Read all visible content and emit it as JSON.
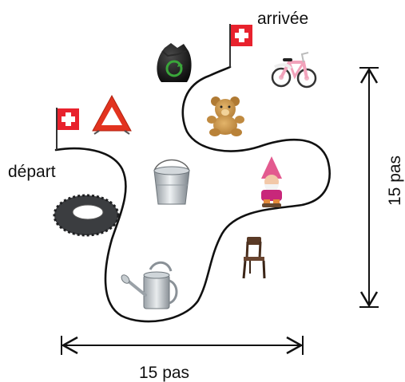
{
  "labels": {
    "start": "départ",
    "finish": "arrivée",
    "width": "15 pas",
    "height": "15 pas"
  },
  "flag_colors": {
    "field": "#e8222d",
    "cross": "#ffffff",
    "pole": "#333333"
  },
  "path_color": "#111111",
  "objects": [
    "swiss-flag-icon",
    "warning-triangle-icon",
    "garbage-bag-icon",
    "swiss-flag-icon",
    "children-bicycle-icon",
    "teddy-bear-icon",
    "bucket-icon",
    "garden-gnome-icon",
    "tire-icon",
    "chair-icon",
    "watering-can-icon"
  ]
}
